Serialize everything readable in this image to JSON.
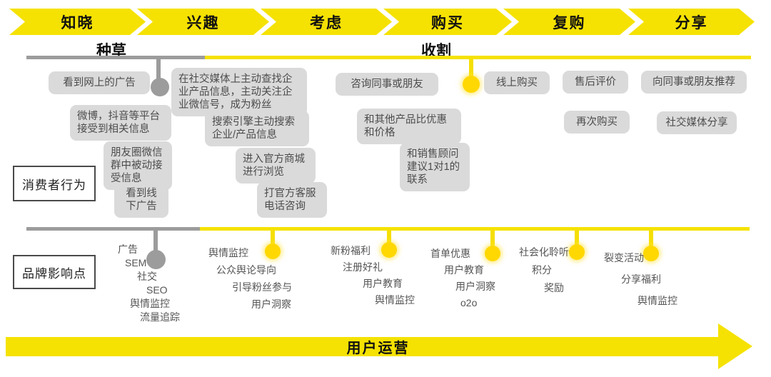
{
  "stages": [
    "知晓",
    "兴趣",
    "考虑",
    "购买",
    "复购",
    "分享"
  ],
  "phases": {
    "seeding": "种草",
    "harvest": "收割"
  },
  "rows": {
    "consumer_label": "消费者行为",
    "brand_label": "品牌影响点"
  },
  "behaviors": {
    "awareness": [
      "看到网上的广告",
      "微博，抖音等平台\n接受到相关信息",
      "朋友圈微信\n群中被动接\n受信息",
      "看到线\n下广告"
    ],
    "interest": [
      "在社交媒体上主动查找企\n业产品信息，主动关注企\n业微信号，成为粉丝",
      "搜索引擎主动搜索\n企业/产品信息",
      "进入官方商城\n进行浏览",
      "打官方客服\n电话咨询"
    ],
    "consideration": [
      "咨询同事或朋友",
      "和其他产品比优惠\n和价格",
      "和销售顾问\n建议1对1的\n联系"
    ],
    "purchase": [
      "线上购买"
    ],
    "repurchase": [
      "售后评价",
      "再次购买"
    ],
    "share": [
      "向同事或朋友推荐",
      "社交媒体分享"
    ]
  },
  "influence_groups": [
    {
      "items": [
        "广告",
        "SEM",
        "社交",
        "SEO",
        "舆情监控",
        "流量追踪"
      ]
    },
    {
      "items": [
        "舆情监控",
        "公众舆论导向",
        "引导粉丝参与",
        "用户洞察"
      ]
    },
    {
      "items": [
        "新粉福利",
        "注册好礼",
        "用户教育",
        "舆情监控"
      ]
    },
    {
      "items": [
        "首单优惠",
        "用户教育",
        "用户洞察",
        "o2o"
      ]
    },
    {
      "items": [
        "社会化聆听",
        "积分",
        "奖励"
      ]
    },
    {
      "items": [
        "裂变活动",
        "分享福利",
        "舆情监控"
      ]
    }
  ],
  "bottom_arrow_label": "用户运营",
  "colors": {
    "yellow": "#F5E202",
    "dot_yellow": "#FFD802",
    "gray": "#9C9C9C",
    "box_bg": "#DADADA",
    "box_text": "#4C4C4C"
  }
}
